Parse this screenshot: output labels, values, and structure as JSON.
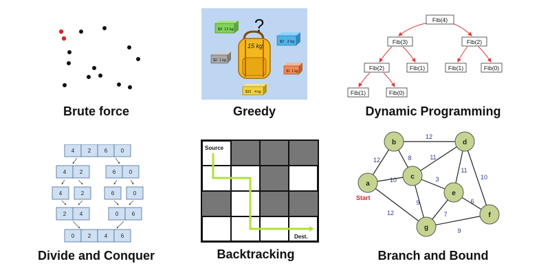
{
  "titles": {
    "brute_force": "Brute force",
    "greedy": "Greedy",
    "dynamic_programming": "Dynamic Programming",
    "divide_conquer": "Divide and Conquer",
    "backtracking": "Backtracking",
    "branch_bound": "Branch and Bound"
  },
  "greedy": {
    "question": "?",
    "bag_weight": "15 kg",
    "items": [
      {
        "value": "$4",
        "weight": "12 kg",
        "color": "#7fd35a"
      },
      {
        "value": "$2",
        "weight": "2 kg",
        "color": "#4fb3e8"
      },
      {
        "value": "$2",
        "weight": "1 kg",
        "color": "#a8a8a8"
      },
      {
        "value": "$1",
        "weight": "1 kg",
        "color": "#f08a5a"
      },
      {
        "value": "$10",
        "weight": "4 kg",
        "color": "#f2d23c"
      }
    ]
  },
  "dp": {
    "nodes": [
      "Fib(4)",
      "Fib(3)",
      "Fib(2)",
      "Fib(2)",
      "Fib(1)",
      "Fib(1)",
      "Fib(0)",
      "Fib(1)",
      "Fib(0)"
    ]
  },
  "divide": {
    "row1": [
      "4",
      "2",
      "6",
      "0"
    ],
    "row2a": [
      "4",
      "2"
    ],
    "row2b": [
      "6",
      "0"
    ],
    "row3": [
      "4",
      "2",
      "6",
      "0"
    ],
    "row4a": [
      "2",
      "4"
    ],
    "row4b": [
      "0",
      "6"
    ],
    "row5": [
      "0",
      "2",
      "4",
      "6"
    ]
  },
  "backtracking": {
    "source": "Source",
    "dest": "Dest."
  },
  "branch": {
    "start": "Start",
    "nodes": [
      "a",
      "b",
      "c",
      "d",
      "e",
      "f",
      "g"
    ],
    "weights": [
      "12",
      "12",
      "8",
      "11",
      "10",
      "3",
      "11",
      "10",
      "9",
      "12",
      "7",
      "6",
      "9"
    ]
  },
  "colors": {
    "node_fill": "#c5d591",
    "cell_fill": "#cfe0f3",
    "dark_cell": "#777777",
    "path": "#b3e03a",
    "arrow_red": "#d93a3a",
    "weight_text": "#2b3a8a",
    "greedy_bg": "#bfd6f2"
  }
}
